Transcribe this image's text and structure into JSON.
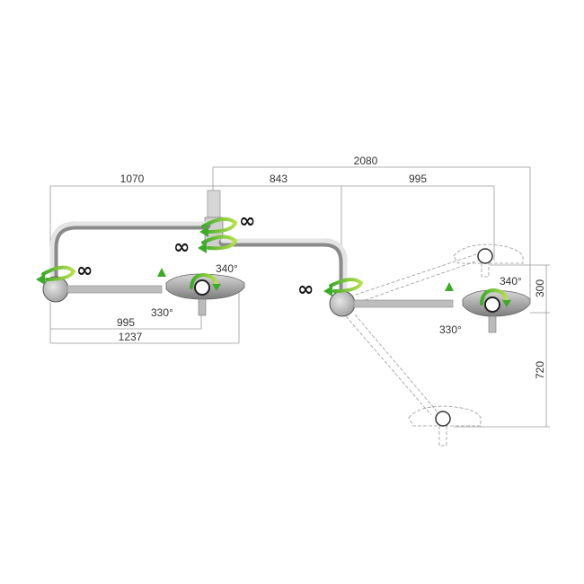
{
  "dimensions": {
    "total_span": "2080",
    "left_arm_length": "1070",
    "right_arm_offset": "843",
    "right_spring_arm": "995",
    "left_spring_arm": "995",
    "left_total_reach": "1237",
    "upward_travel": "300",
    "downward_travel": "720"
  },
  "rotations": {
    "column_upper": "∞",
    "column_lower": "∞",
    "left_joint": "∞",
    "right_joint": "∞",
    "left_head_yoke": "340°",
    "left_head_tilt": "330°",
    "right_head_yoke": "340°",
    "right_head_tilt": "330°"
  },
  "colors": {
    "arrow_green": "#5cbf2a",
    "arrow_light": "#a6d94a",
    "tube": "#8a8a8a",
    "dimension": "#9a9a9a"
  }
}
